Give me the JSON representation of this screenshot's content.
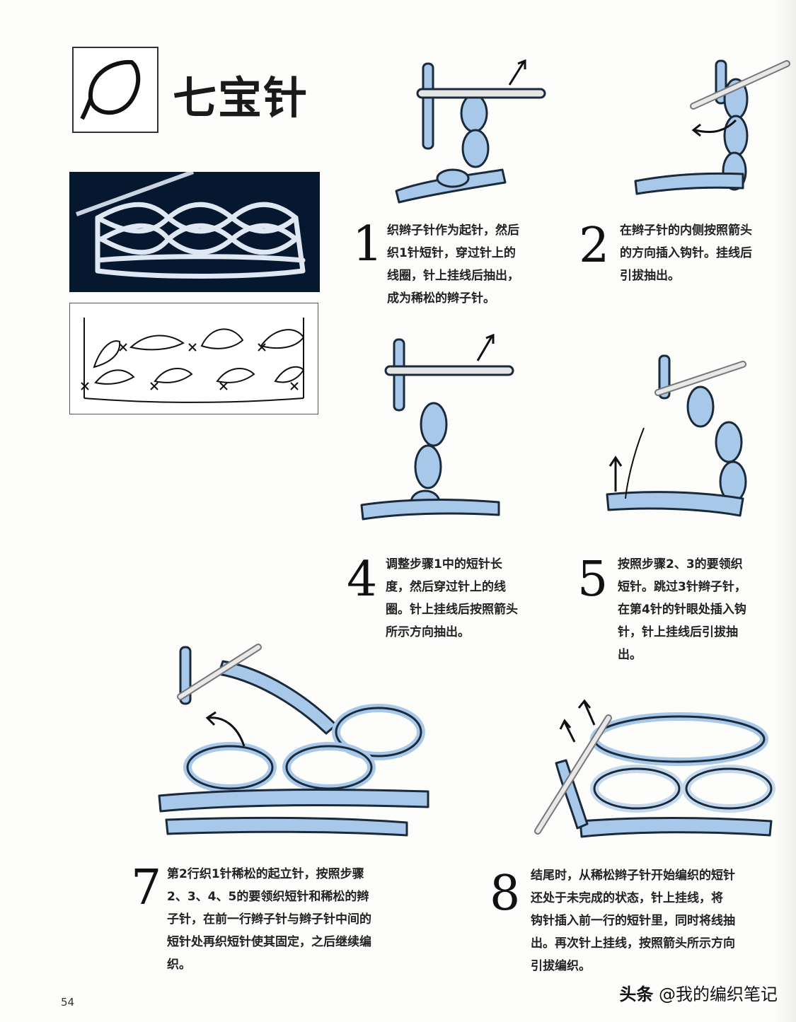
{
  "header": {
    "title": "七宝针",
    "title_icon": "loop-icon"
  },
  "steps": [
    {
      "num": "1",
      "text": "织辫子针作为起针，然后\n织1针短针，穿过针上的\n线圈，针上挂线后抽出，\n成为稀松的辫子针。"
    },
    {
      "num": "2",
      "text": "在辫子针的内侧按照箭头\n的方向插入钩针。挂线后\n引拔抽出。"
    },
    {
      "num": "4",
      "text": "调整步骤1中的短针长\n度，然后穿过针上的线\n圈。针上挂线后按照箭头\n所示方向抽出。"
    },
    {
      "num": "5",
      "text": "按照步骤2、3的要领织\n短针。跳过3针辫子针，\n在第4针的针眼处插入钩\n针，针上挂线后引拔抽\n出。"
    },
    {
      "num": "7",
      "text": "第2行织1针稀松的起立针，按照步骤\n2、3、4、5的要领织短针和稀松的辫\n子针，在前一行辫子针与辫子针中间的\n短针处再织短针使其固定，之后继续编\n织。"
    },
    {
      "num": "8",
      "text": "结尾时，从稀松辫子针开始编织的短针\n还处于未完成的状态，针上挂线，将\n钩针插入前一行的短针里，同时将线抽\n出。再次针上挂线，按照箭头所示方向\n引拔编织。"
    }
  ],
  "page_number": "54",
  "watermark": {
    "prefix": "头条",
    "handle": "@我的编织笔记"
  },
  "colors": {
    "yarn": "#a8c8ea",
    "yarn_outline": "#1a2a3a",
    "photo_bg": "#06182f",
    "paper": "#fdfdfb"
  }
}
